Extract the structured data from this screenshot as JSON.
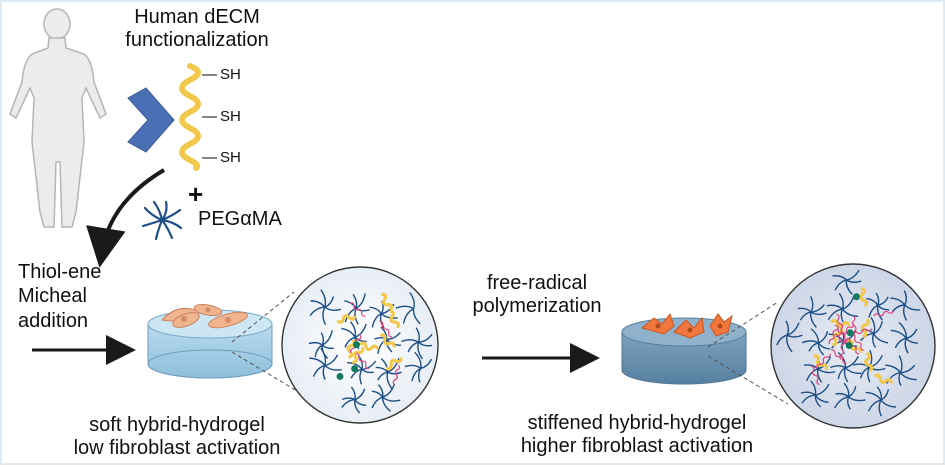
{
  "title": {
    "line1": "Human dECM",
    "line2": "functionalization"
  },
  "thiol_labels": [
    "SH",
    "SH",
    "SH"
  ],
  "plus_sign": "+",
  "reagent": "PEGαMA",
  "step1": {
    "line1": "Thiol-ene",
    "line2": "Micheal",
    "line3": "addition"
  },
  "step2": {
    "line1": "free-radical",
    "line2": "polymerization"
  },
  "result1": {
    "line1": "soft hybrid-hydrogel",
    "line2": "low fibroblast activation"
  },
  "result2": {
    "line1": "stiffened hybrid-hydrogel",
    "line2": "higher fibroblast activation"
  },
  "colors": {
    "peg_network": "#1e4f86",
    "decm_helix": "#f2c94c",
    "hydrogel_soft": "#a9cfe6",
    "hydrogel_stiff": "#6f95b4",
    "cell_low": "#f0b48e",
    "cell_high": "#f2773e",
    "crosslink": "#e0457b",
    "arrow": "#1a1a1a",
    "chevron": "#4a6fb5"
  }
}
